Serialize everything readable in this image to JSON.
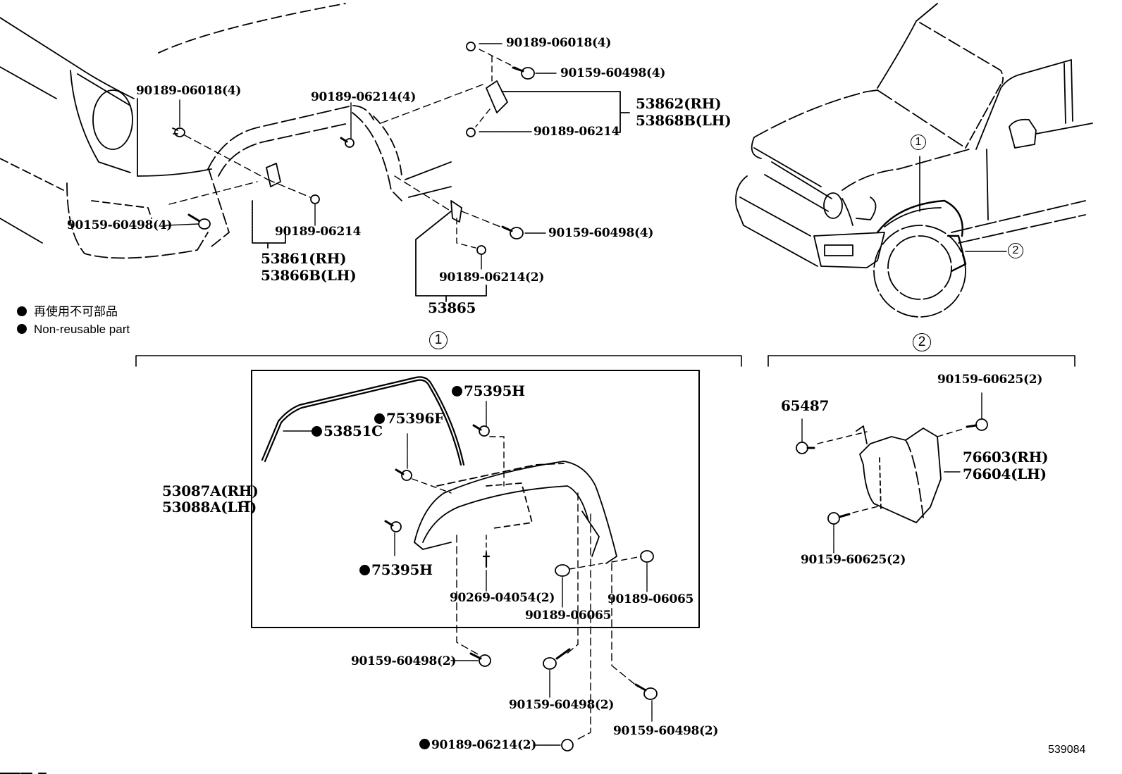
{
  "diagram": {
    "figure_number": "539084",
    "legend": {
      "japanese": "再使用不可部品",
      "english": "Non-reusable part"
    },
    "section_markers": {
      "one": "1",
      "two": "2"
    },
    "top_left_labels": {
      "clip_left": "90189-06018(4)",
      "clip_fender": "90189-06214(4)",
      "screw_left": "90159-60498(4)",
      "clip_bracket_left": "90189-06214",
      "bracket_left_rh": "53861(RH)",
      "bracket_left_lh": "53866B(LH)",
      "clip_top": "90189-06018(4)",
      "screw_top": "90159-60498(4)",
      "bracket_right_rh": "53862(RH)",
      "bracket_right_lh": "53868B(LH)",
      "clip_bracket_right": "90189-06214",
      "screw_lower": "90159-60498(4)",
      "clip_lower": "90189-06214(2)",
      "bracket_lower": "53865"
    },
    "section_one_labels": {
      "flare_rh": "53087A(RH)",
      "flare_lh": "53088A(LH)",
      "moulding": "53851C",
      "clip_75396": "75396F",
      "clip_75395_top": "75395H",
      "clip_75395_bottom": "75395H",
      "rivet": "90269-04054(2)",
      "clip_06065_a": "90189-06065",
      "clip_06065_b": "90189-06065",
      "screw_a": "90159-60498(2)",
      "screw_b": "90159-60498(2)",
      "screw_c": "90159-60498(2)",
      "clip_bottom": "90189-06214(2)"
    },
    "section_two_labels": {
      "clip_65487": "65487",
      "screw_top": "90159-60625(2)",
      "mudguard_rh": "76603(RH)",
      "mudguard_lh": "76604(LH)",
      "screw_bottom": "90159-60625(2)"
    },
    "non_reusable_parts": [
      "53851C",
      "75396F",
      "75395H",
      "75395H",
      "90189-06214(2)"
    ]
  }
}
